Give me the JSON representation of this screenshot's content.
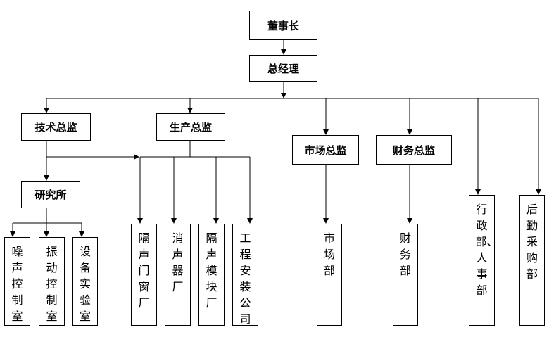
{
  "chairman": "董事长",
  "general_manager": "总经理",
  "directors": {
    "technical": "技术总监",
    "production": "生产总监",
    "marketing": "市场总监",
    "finance": "财务总监"
  },
  "research_institute": "研究所",
  "labs": {
    "noise": "噪声控制室",
    "vibration": "振动控制室",
    "equipment": "设备实验室"
  },
  "factories": {
    "door_window": "隔声门窗厂",
    "muffler": "消声器厂",
    "module": "隔声模块厂",
    "installation": "工程安装公司"
  },
  "departments": {
    "market": "市场部",
    "finance": "财务部",
    "admin_hr": "行政部、人事部",
    "logistics": "后勤采购部"
  }
}
